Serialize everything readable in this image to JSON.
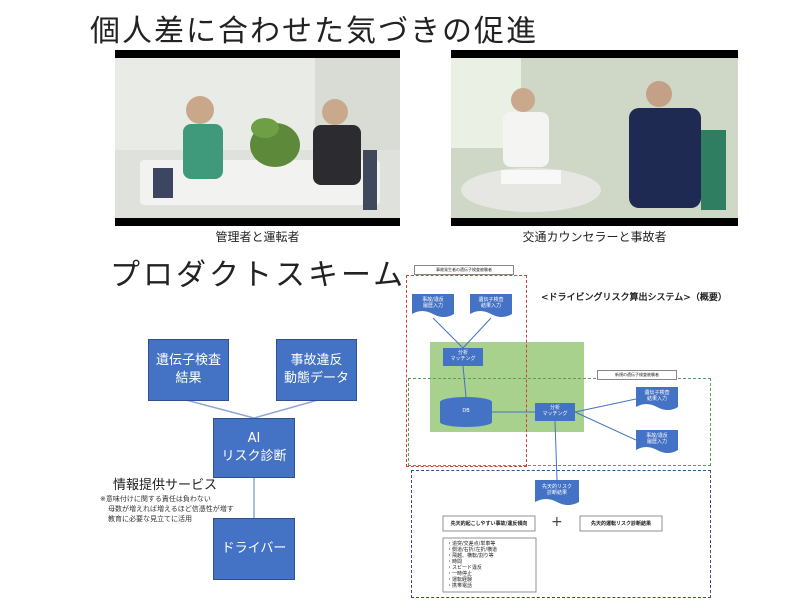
{
  "slide": {
    "title": "個人差に合わせた気づきの促進",
    "scheme_title": "プロダクトスキーム"
  },
  "photos": [
    {
      "caption": "管理者と運転者"
    },
    {
      "caption": "交通カウンセラーと事故者"
    }
  ],
  "scheme": {
    "box_genetic": "遺伝子検査\n結果",
    "box_accident": "事故違反\n動態データ",
    "box_ai": "AI\nリスク診断",
    "box_driver": "ドライバー",
    "info_label": "情報提供サービス",
    "notes": [
      "※意味付けに関する責任は負わない",
      "母数が増えれば増えるほど信憑性が増す",
      "教育に必要な見立てに活用"
    ]
  },
  "system": {
    "title": "<ドライビングリスク算出システム>（概要）",
    "red_group_label": "事故発生者の遺伝子検査被験者",
    "green_group_label": "新規の遺伝子検査被験者",
    "doc_accident": "事故/違反\n履歴入力",
    "doc_genetic": "遺伝子検査\n結果入力",
    "analysis_1": "分析\nマッチング",
    "db_label": "DB",
    "analysis_2": "分析\nマッチング",
    "doc_genetic_new": "遺伝子検査\n結果入力",
    "doc_accident_new": "事故/違反\n履歴入力",
    "result_doc": "先天的リスク\n診断結果",
    "accident_types": "先天的起こしやすい事故/違反傾向",
    "diagnosis_result": "先天的運転リスク診断結果",
    "plus": "+",
    "factors": [
      "・追突/交差点/単車等",
      "・側道/右折/左折/横道",
      "・飛越、横転/割り等",
      "・時間",
      "・スピード違反",
      "・一時停止",
      "・運転経験",
      "・携帯電話"
    ]
  },
  "colors": {
    "box_blue": "#4472c4",
    "doc_blue": "#4472c4",
    "green_fill": "#a9d18e",
    "red_dash": "#d04040",
    "green_dash": "#5aa05a",
    "navy_dash": "#3a4a8a"
  }
}
